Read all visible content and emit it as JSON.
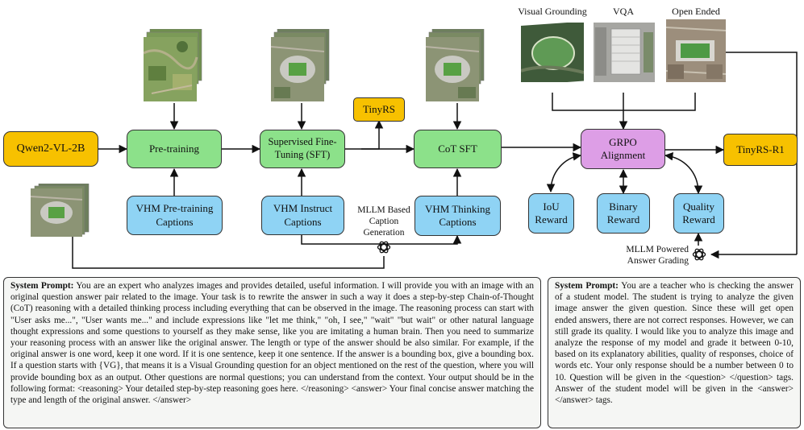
{
  "nodes": {
    "base_model": "Qwen2-VL-2B",
    "pretraining": "Pre-training",
    "sft_line1": "Supervised Fine-",
    "sft_line2": "Tuning (SFT)",
    "cot_sft": "CoT SFT",
    "grpo_line1": "GRPO",
    "grpo_line2": "Alignment",
    "tinyrs": "TinyRS",
    "tinyrs_r1": "TinyRS-R1",
    "vhm_pretrain_line1": "VHM Pre-training",
    "vhm_pretrain_line2": "Captions",
    "vhm_instruct_line1": "VHM Instruct",
    "vhm_instruct_line2": "Captions",
    "vhm_thinking_line1": "VHM Thinking",
    "vhm_thinking_line2": "Captions",
    "iou_line1": "IoU",
    "iou_line2": "Reward",
    "binary_line1": "Binary",
    "binary_line2": "Reward",
    "quality_line1": "Quality",
    "quality_line2": "Reward"
  },
  "labels": {
    "visual_grounding": "Visual Grounding",
    "vqa": "VQA",
    "open_ended": "Open Ended",
    "mllm_caption_1": "MLLM Based",
    "mllm_caption_2": "Caption",
    "mllm_caption_3": "Generation",
    "mllm_grading_1": "MLLM Powered",
    "mllm_grading_2": "Answer Grading"
  },
  "prompts": {
    "left_title": "System Prompt:",
    "left_body": "You are an expert who analyzes images and provides detailed, useful information. I will provide you with an image with an original question answer pair related to the image. Your task is to rewrite the answer in such a way it does a step-by-step Chain-of-Thought (CoT) reasoning with a detailed thinking process including everything that can be observed in the image. The reasoning process can start with \"User asks me...\", \"User wants me...\" and include expressions like \"let me think,\" \"oh, I see,\" \"wait\" \"but wait\" or other natural language thought expressions and some questions to yourself as they make sense, like you are imitating a human brain. Then you need to summarize your reasoning process with an answer like the original answer. The length or type of the answer should be also similar. For example, if the original answer is one word, keep it one word. If it is one sentence, keep it one sentence. If the answer is a bounding box, give a bounding box. If a question starts with {VG}, that means it is a Visual Grounding question for an object mentioned on the rest of the question, where you will provide bounding box as an output. Other questions are normal questions; you can understand from the context. Your output should be in the following format: <reasoning> Your detailed step-by-step reasoning goes here. </reasoning> <answer> Your final concise answer matching the type and length of the original answer. </answer>",
    "right_title": "System Prompt:",
    "right_body": "You are a teacher who is checking the answer of a student model. The student is trying to analyze the given image answer the given question. Since these will get open ended answers, there are not correct responses. However, we can still grade its quality. I would like you to analyze this image and analyze the response of my model and grade it between 0-10, based on its explanatory abilities, quality of responses, choice of words etc. Your only response should be a number between 0 to 10. Question will be given in the <question> </question> tags. Answer of the student model will be given in the <answer></answer> tags."
  },
  "colors": {
    "orange": "#f7c100",
    "green": "#8ce18a",
    "blue": "#8fd3f4",
    "purple": "#dd9ee6",
    "prompt_bg": "#f5f6f4"
  }
}
